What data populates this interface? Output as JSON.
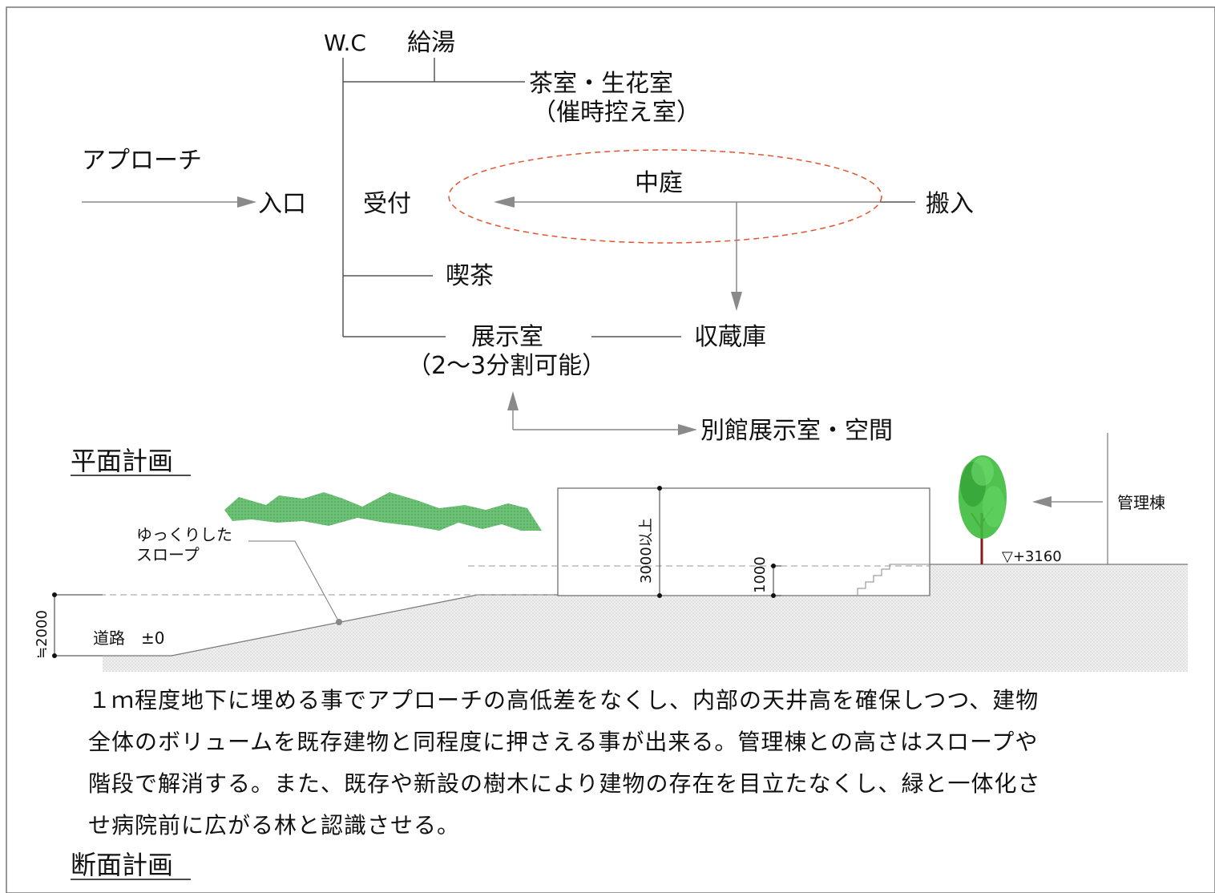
{
  "flow": {
    "wc": "W.C",
    "hot_water": "給湯",
    "tea_room_line1": "茶室・生花室",
    "tea_room_line2": "（催時控え室）",
    "approach": "アプローチ",
    "entrance": "入口",
    "reception": "受付",
    "courtyard": "中庭",
    "carry_in": "搬入",
    "cafe": "喫茶",
    "exhibition_line1": "展示室",
    "exhibition_line2": "（2～3分割可能）",
    "storage": "収蔵庫",
    "annex": "別館展示室・空間"
  },
  "plan_heading": "平面計画",
  "section": {
    "slope_line1": "ゆっくりした",
    "slope_line2": "スロープ",
    "road": "道路　±0",
    "dim_2000": "≒2000",
    "dim_3000": "3000以上",
    "dim_1000": "1000",
    "level": "▽+3160",
    "admin": "管理棟"
  },
  "description": [
    "１ｍ程度地下に埋める事でアプローチの高低差をなくし、内部の天井高を確保しつつ、建物",
    "全体のボリュームを既存建物と同程度に押さえる事が出来る。管理棟との高さはスロープや",
    "階段で解消する。また、既存や新設の樹木により建物の存在を目立たなくし、緑と一体化さ",
    "せ病院前に広がる林と認識させる。"
  ],
  "section_heading": "断面計画",
  "colors": {
    "line": "#555555",
    "arrow": "#8a8a8a",
    "courtyard_ellipse": "#e0552f",
    "greenery": "#5fb56a",
    "ground": "#e4e4e4",
    "tree_leaves": "#3dbb3d",
    "tree_trunk": "#8b1a1a"
  }
}
